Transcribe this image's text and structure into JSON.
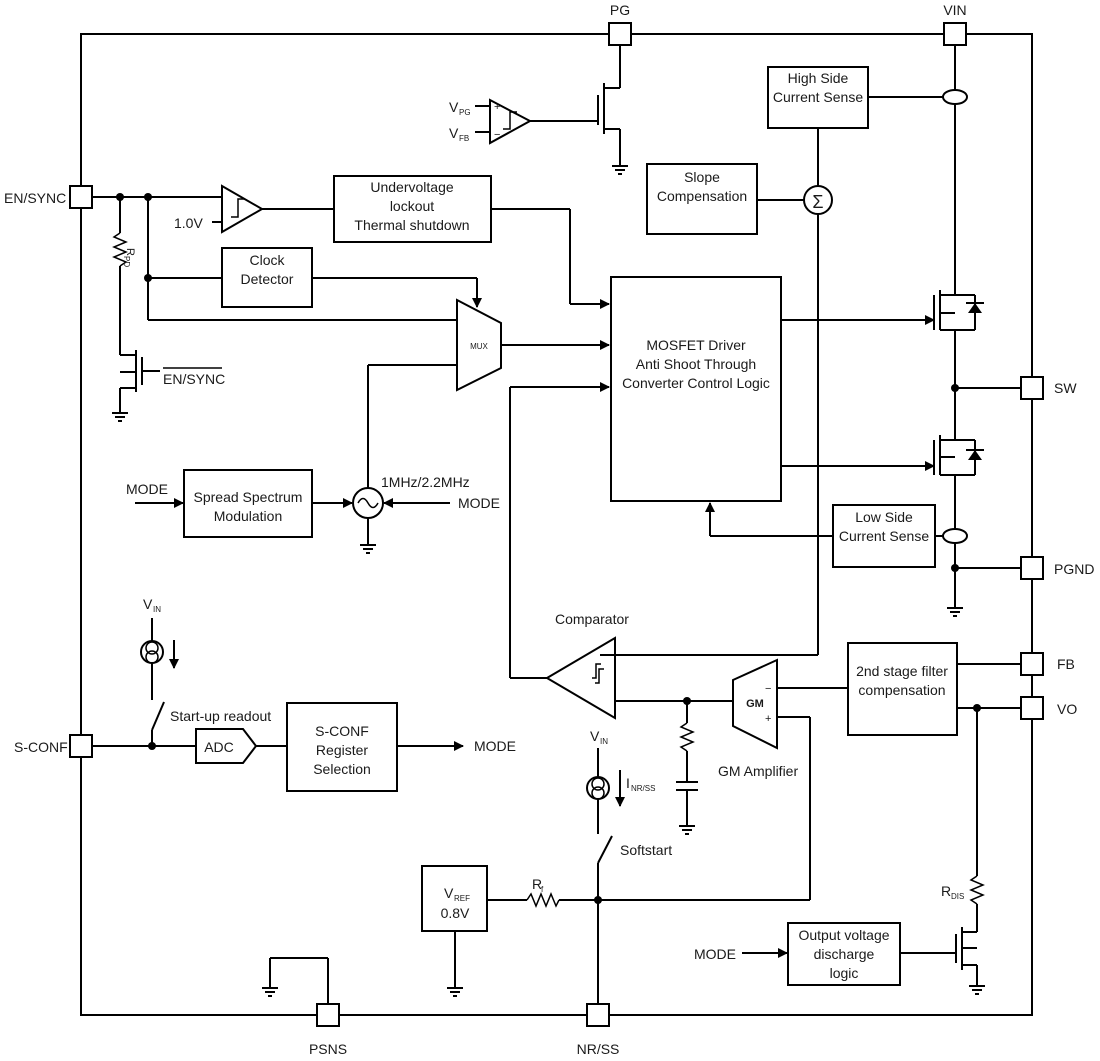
{
  "pins": {
    "pg": "PG",
    "vin": "VIN",
    "en_sync": "EN/SYNC",
    "sw": "SW",
    "pgnd": "PGND",
    "fb": "FB",
    "vo": "VO",
    "s_conf": "S-CONF",
    "psns": "PSNS",
    "nr_ss": "NR/SS"
  },
  "blocks": {
    "high_side_cs": [
      "High Side",
      "Current Sense"
    ],
    "slope_comp": [
      "Slope",
      "Compensation"
    ],
    "uvlo": [
      "Undervoltage",
      "lockout",
      "Thermal shutdown"
    ],
    "clock_det": [
      "Clock",
      "Detector"
    ],
    "mosfet_driver": [
      "MOSFET Driver",
      "Anti Shoot Through",
      "Converter Control Logic"
    ],
    "spread_spectrum": [
      "Spread Spectrum",
      "Modulation"
    ],
    "low_side_cs": [
      "Low Side",
      "Current Sense"
    ],
    "second_stage": [
      "2nd stage filter",
      "compensation"
    ],
    "adc": "ADC",
    "sconf_reg": [
      "S-CONF",
      "Register",
      "Selection"
    ],
    "vref": "0.8V",
    "discharge": [
      "Output voltage",
      "discharge",
      "logic"
    ],
    "mux": "MUX",
    "gm": "GM"
  },
  "labels": {
    "vpg_v": "V",
    "vpg_sub": "PG",
    "vfb_v": "V",
    "vfb_sub": "FB",
    "thr": "1.0V",
    "rpd_r": "R",
    "rpd_sub": "PD",
    "en_sync_bar": "EN/SYNC",
    "mode_ss": "MODE",
    "osc_freq": "1MHz/2.2MHz",
    "mode_osc": "MODE",
    "vin_left_v": "V",
    "vin_left_sub": "IN",
    "startup": "Start-up readout",
    "mode_out": "MODE",
    "comparator": "Comparator",
    "gm_amp": "GM Amplifier",
    "vin_ss_v": "V",
    "vin_ss_sub": "IN",
    "inrss_i": "I",
    "inrss_sub": "NR/SS",
    "softstart": "Softstart",
    "vref_v": "V",
    "vref_sub": "REF",
    "rf_r": "R",
    "rf_sub": "f",
    "rdis_r": "R",
    "rdis_sub": "DIS",
    "mode_dis": "MODE",
    "sigma": "Σ",
    "minus": "−",
    "plus": "+"
  }
}
